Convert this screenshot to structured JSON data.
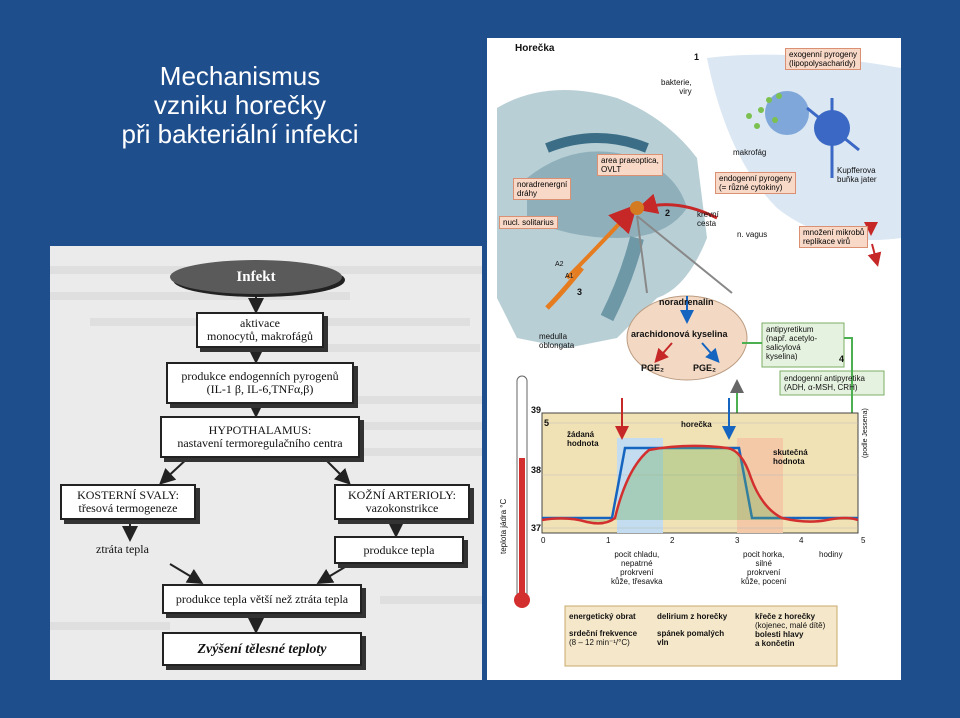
{
  "slide_title": [
    "Mechanismus",
    "vzniku horečky",
    "při bakteriální infekci"
  ],
  "flowchart": {
    "infekt": "Infekt",
    "activation": [
      "aktivace",
      "monocytů, makrofágů"
    ],
    "pyrogens": [
      "produkce endogenních pyrogenů",
      "(IL-1 β, IL-6,TNFα,β)"
    ],
    "hypothalamus": [
      "HYPOTHALAMUS:",
      "nastavení termoregulačního centra"
    ],
    "skeletal": [
      "KOSTERNÍ SVALY:",
      "třesová termogeneze"
    ],
    "skin": [
      "KOŽNÍ ARTERIOLY:",
      "vazokonstrikce"
    ],
    "heat_loss": "ztráta tepla",
    "heat_prod": "produkce tepla",
    "heat_balance": "produkce tepla větší než ztráta tepla",
    "result": "Zvýšení tělesné teploty"
  },
  "figure": {
    "title": "Horečka",
    "labels": {
      "bacteria": [
        "bakterie,",
        "viry"
      ],
      "exo": [
        "exogenní pyrogeny",
        "(lipopolysacharidy)"
      ],
      "macrophage": "makrofág",
      "kupffer": [
        "Kupfferova",
        "buňka jater"
      ],
      "area": [
        "area praeoptica,",
        "OVLT"
      ],
      "noradr_paths": [
        "noradrenergní",
        "dráhy"
      ],
      "solitarius": "nucl. solitarius",
      "blood": [
        "krevní",
        "cesta"
      ],
      "endo": [
        "endogenní pyrogeny",
        "(= různé cytokiny)"
      ],
      "vagus": "n. vagus",
      "multiply": [
        "množení mikrobů",
        "replikace virů"
      ],
      "medulla": [
        "medulla",
        "oblongata"
      ],
      "noradrenalin": "noradrenalin",
      "arachidonic": "arachidonová kyselina",
      "pge_a": "PGE₂",
      "pge_b": "PGE₂",
      "antipyretic": [
        "antipyretikum",
        "(např. acetylo-",
        "salicylová",
        "kyselina)"
      ],
      "endo_anti": [
        "endogenní antipyretika",
        "(ADH, α-MSH, CRH)"
      ],
      "a2": "A2",
      "a1": "A1",
      "fever": "horečka",
      "set_temp": [
        "žádaná",
        "hodnota"
      ],
      "real_temp": [
        "skutečná",
        "hodnota"
      ],
      "axis_y": "teplota jádra °C",
      "hours": "hodiny",
      "source": "(podle Jessena)",
      "cold": [
        "pocit chladu,",
        "nepatrné",
        "prokrvení",
        "kůže, třesavka"
      ],
      "hot": [
        "pocit horka,",
        "silné",
        "prokrvení",
        "kůže, pocení"
      ]
    },
    "step_numbers": [
      "1",
      "2",
      "3",
      "4",
      "5"
    ],
    "temp_ticks": [
      "39",
      "38",
      "37"
    ],
    "hour_ticks": [
      "0",
      "1",
      "2",
      "3",
      "4",
      "5"
    ],
    "legend": {
      "col1": [
        "energetický obrat",
        "srdeční frekvence",
        "(8 – 12 min⁻¹/°C)"
      ],
      "col2": [
        "delirium z horečky",
        "spánek pomalých",
        "vln"
      ],
      "col3": [
        "křeče z horečky",
        "(kojenec, malé dítě)",
        "bolesti hlavy",
        "a končetin"
      ]
    }
  }
}
